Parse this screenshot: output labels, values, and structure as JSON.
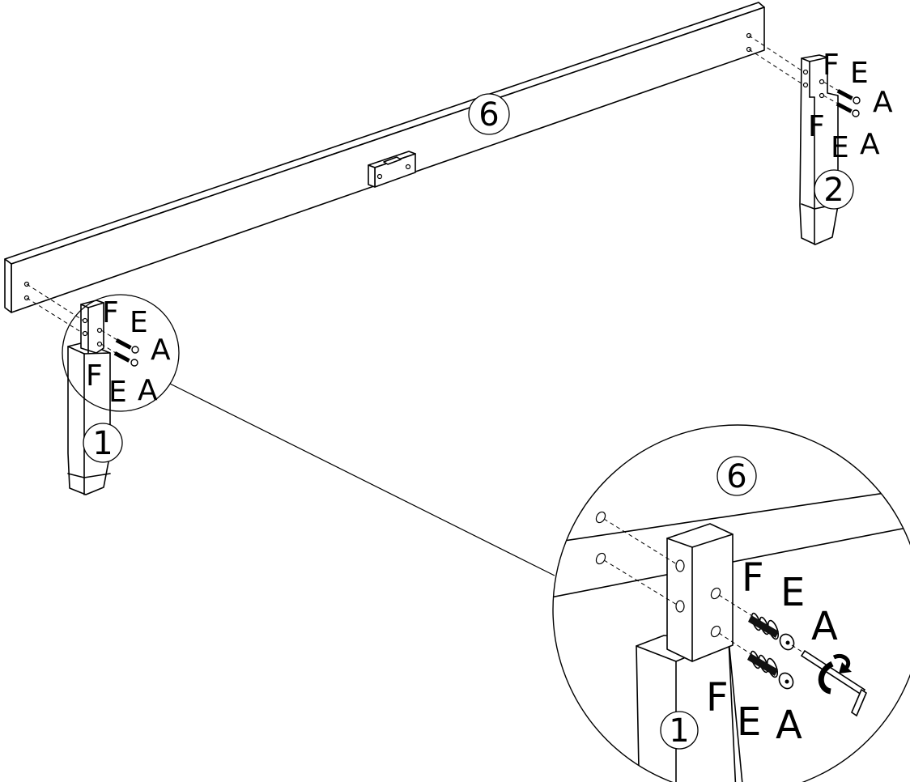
{
  "callouts": {
    "rail": "6",
    "leg_left": "1",
    "leg_right": "2",
    "detail_rail": "6",
    "detail_leg": "1"
  },
  "hardware_labels": {
    "bolt": "A",
    "washer_e": "E",
    "washer_f": "F"
  },
  "icons": {
    "allen_key": "allen-key-icon",
    "rotate": "rotate-arrow-icon"
  }
}
